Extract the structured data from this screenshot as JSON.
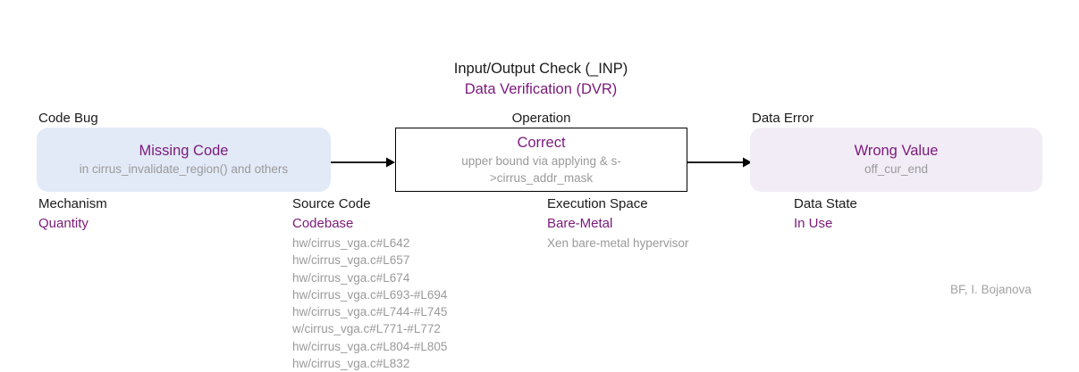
{
  "header": {
    "class_line": "Input/Output Check (_INP)",
    "type_line": "Data Verification (DVR)"
  },
  "nodes": {
    "code_bug": {
      "label": "Code Bug",
      "title": "Missing Code",
      "subtitle": "in cirrus_invalidate_region() and others",
      "fill": "#e2eaf7"
    },
    "operation": {
      "label": "Operation",
      "title": "Correct",
      "subtitle": "upper bound via applying & s->cirrus_addr_mask",
      "fill": "#ffffff",
      "stroke": "#000000"
    },
    "data_error": {
      "label": "Data Error",
      "title": "Wrong Value",
      "subtitle": "off_cur_end",
      "fill": "#f1ecf6"
    }
  },
  "attributes": [
    {
      "header": "Mechanism",
      "value": "Quantity",
      "notes": []
    },
    {
      "header": "Source Code",
      "value": "Codebase",
      "notes": [
        "hw/cirrus_vga.c#L642",
        "hw/cirrus_vga.c#L657",
        "hw/cirrus_vga.c#L674",
        "hw/cirrus_vga.c#L693-#L694",
        "hw/cirrus_vga.c#L744-#L745",
        "w/cirrus_vga.c#L771-#L772",
        "hw/cirrus_vga.c#L804-#L805",
        "hw/cirrus_vga.c#L832"
      ]
    },
    {
      "header": "Execution Space",
      "value": "Bare-Metal",
      "notes": [
        "Xen bare-metal hypervisor"
      ]
    },
    {
      "header": "Data State",
      "value": "In Use",
      "notes": []
    }
  ],
  "credit": "BF, I. Bojanova",
  "colors": {
    "accent_purple": "#7b1a7b",
    "muted_gray": "#9a9a9a",
    "text_dark": "#1a1a1a"
  }
}
